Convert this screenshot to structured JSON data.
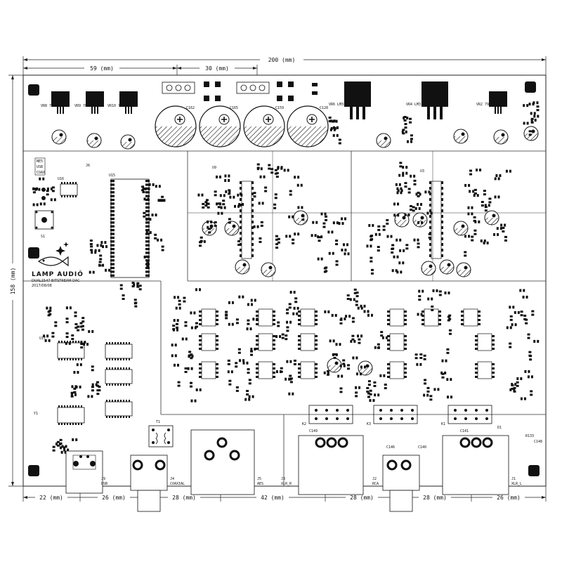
{
  "board": {
    "brand": "LAMP AUDIO",
    "trademark": "™",
    "model": "DUAL1547 BITSTREAM DAC",
    "date": "2017/08/08"
  },
  "dimensions": {
    "total": "200 (mm)",
    "top_left": "59 (mm)",
    "top_mid": "30 (mm)",
    "height": "158 (mm)",
    "bottom": [
      "22 (mm)",
      "26 (mm)",
      "28 (mm)",
      "42 (mm)",
      "28 (mm)",
      "28 (mm)",
      "26 (mm)"
    ]
  },
  "connectors": [
    {
      "ref": "J9",
      "name": "USB"
    },
    {
      "ref": "J4",
      "name": "COAXIAL"
    },
    {
      "ref": "J5",
      "name": "AES"
    },
    {
      "ref": "J3",
      "name": "XLR_R"
    },
    {
      "ref": "J2",
      "name": "RCA"
    },
    {
      "ref": "J1",
      "name": "XLR_L"
    }
  ],
  "regulators": [
    "VR8 78M05",
    "VR9 78M05",
    "VR10 78M05",
    "VR6 LM337",
    "VR4 LM317",
    "VR2 79M12"
  ],
  "big_caps": [
    "C162",
    "C165",
    "C159",
    "C128"
  ],
  "relays": [
    "K2",
    "K3",
    "K1"
  ],
  "misc_labels": [
    "NE5",
    "USB",
    "COAX",
    "S1",
    "U15",
    "U16",
    "U17",
    "Y1",
    "T1",
    "J6",
    "U9",
    "U3",
    "D1",
    "C148",
    "C149",
    "C146",
    "C141",
    "R133",
    "C140"
  ]
}
